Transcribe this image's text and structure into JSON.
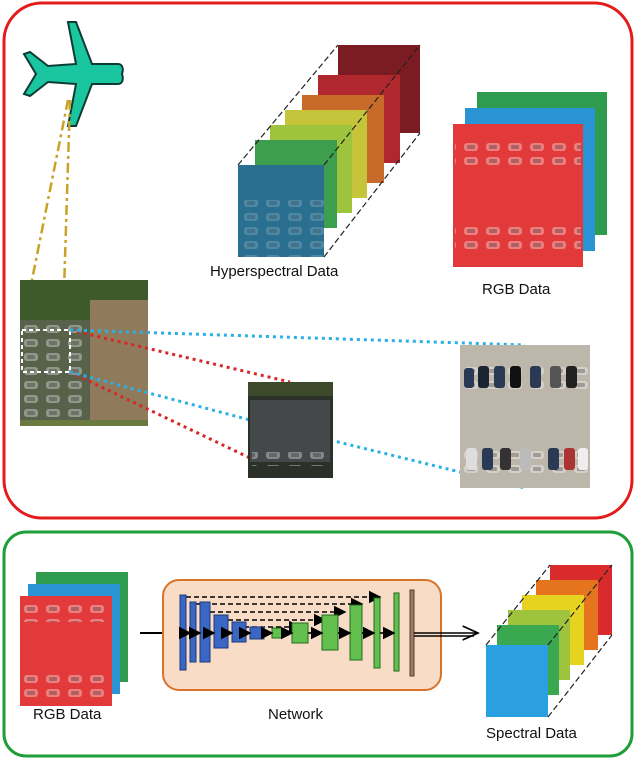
{
  "labels": {
    "hyperspectral": "Hyperspectral Data",
    "rgb_top": "RGB Data",
    "rgb_bottom": "RGB Data",
    "network": "Network",
    "spectral": "Spectral Data"
  },
  "colors": {
    "top_panel_border": "#e31b1b",
    "bottom_panel_border": "#1f9e3a",
    "plane": "#19c6a0",
    "sensor_beam": "#c9a227",
    "roi_line_red": "#d62828",
    "roi_line_blue": "#2bb0e6",
    "network_box": "#f8dcc6",
    "encoder_blue": "#3a66c4",
    "decoder_green": "#63c04f"
  },
  "icons": [
    "airplane-icon"
  ]
}
